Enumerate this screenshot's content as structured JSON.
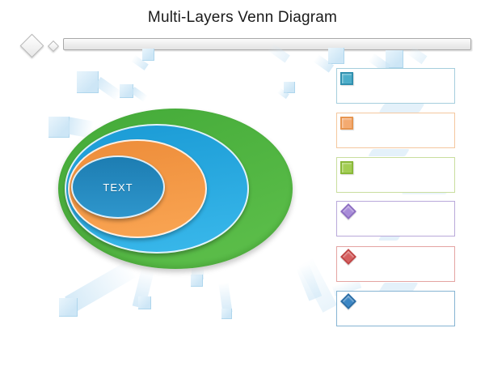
{
  "title": "Multi-Layers Venn Diagram",
  "venn": {
    "center_label": "TEXT",
    "layers": [
      {
        "name": "outer-green-ellipse",
        "fill_top": "#46ac3a",
        "fill_bottom": "#5cbe4a"
      },
      {
        "name": "blue-ring-ellipse",
        "fill_top": "#1c9cd6",
        "fill_bottom": "#38b7ea"
      },
      {
        "name": "orange-ring-ellipse",
        "fill_top": "#ee8e3b",
        "fill_bottom": "#f9a452"
      },
      {
        "name": "core-blue-ellipse",
        "fill_top": "#1d7db2",
        "fill_bottom": "#2e96cc"
      }
    ]
  },
  "legend": {
    "items": [
      {
        "marker": "square",
        "label": "",
        "box_border": "#a5cedd",
        "marker_fill": "#4badc9",
        "marker_border": "#2f8fae"
      },
      {
        "marker": "square",
        "label": "",
        "box_border": "#f4c79e",
        "marker_fill": "#f4aa70",
        "marker_border": "#e79550"
      },
      {
        "marker": "square",
        "label": "",
        "box_border": "#c9de9e",
        "marker_fill": "#a2cd52",
        "marker_border": "#89b838"
      },
      {
        "marker": "diamond",
        "label": "",
        "box_border": "#b9a9da",
        "marker_fill": "#a88cd8",
        "marker_border": "#8e6fc2"
      },
      {
        "marker": "diamond",
        "label": "",
        "box_border": "#e4a4a2",
        "marker_fill": "#d66060",
        "marker_border": "#c14747"
      },
      {
        "marker": "diamond",
        "label": "",
        "box_border": "#86b4d3",
        "marker_fill": "#3b86c4",
        "marker_border": "#2c6ea6"
      }
    ]
  },
  "palette": {
    "decor_beam": "#cde6f6",
    "decor_beam_light": "#e9f5fc",
    "bar_fill": "#efefef",
    "bar_border": "#a9a9a9"
  }
}
